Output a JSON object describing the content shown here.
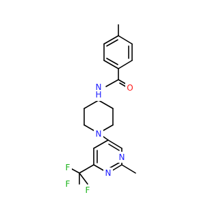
{
  "molecule": {
    "colors": {
      "bond": "#000000",
      "N": "#1a1aff",
      "O": "#ff1a1a",
      "F": "#1ab31a",
      "background": "#ffffff"
    },
    "atoms": {
      "amide_n": "N",
      "amide_h": "H",
      "carbonyl_o": "O",
      "piperidine_n": "N",
      "pyrimidine_n1": "N",
      "pyrimidine_n3": "N",
      "fluorine_top": "F",
      "fluorine_left": "F",
      "fluorine_bottom": "F"
    }
  }
}
